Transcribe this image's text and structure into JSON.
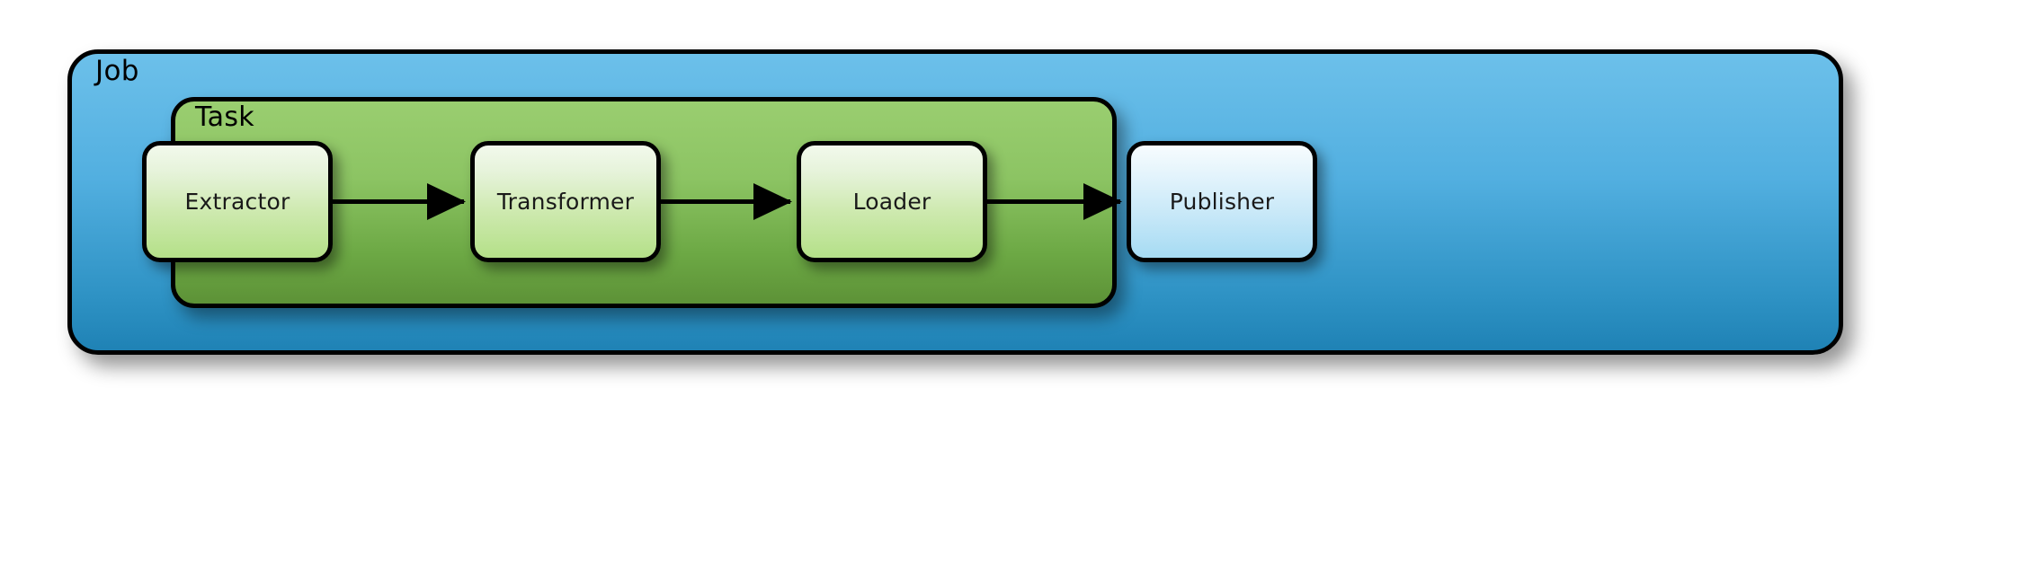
{
  "diagram": {
    "title": "Job / Task ETL pipeline",
    "background": "#ffffff",
    "containers": [
      {
        "id": "job",
        "label": "Job",
        "fill_top": "#6CC0EA",
        "fill_bottom": "#1F82B5",
        "stroke": "#000000"
      },
      {
        "id": "task",
        "label": "Task",
        "fill_top": "#9ACE70",
        "fill_bottom": "#5D9237",
        "stroke": "#000000"
      }
    ],
    "nodes": [
      {
        "id": "extractor",
        "label": "Extractor",
        "parent": "task",
        "fill_top": "#F2F9EC",
        "fill_bottom": "#B4E088",
        "stroke": "#000000"
      },
      {
        "id": "transformer",
        "label": "Transformer",
        "parent": "task",
        "fill_top": "#F2F9EC",
        "fill_bottom": "#B4E088",
        "stroke": "#000000"
      },
      {
        "id": "loader",
        "label": "Loader",
        "parent": "task",
        "fill_top": "#F2F9EC",
        "fill_bottom": "#B4E088",
        "stroke": "#000000"
      },
      {
        "id": "publisher",
        "label": "Publisher",
        "parent": "job",
        "fill_top": "#F7FCFE",
        "fill_bottom": "#A6DBF3",
        "stroke": "#000000"
      }
    ],
    "edges": [
      {
        "id": "e1",
        "from": "extractor",
        "to": "transformer",
        "style": "solid-arrow",
        "color": "#000000",
        "label": ""
      },
      {
        "id": "e2",
        "from": "transformer",
        "to": "loader",
        "style": "solid-arrow",
        "color": "#000000",
        "label": ""
      },
      {
        "id": "e3",
        "from": "loader",
        "to": "publisher",
        "style": "solid-arrow",
        "color": "#000000",
        "label": ""
      }
    ]
  }
}
